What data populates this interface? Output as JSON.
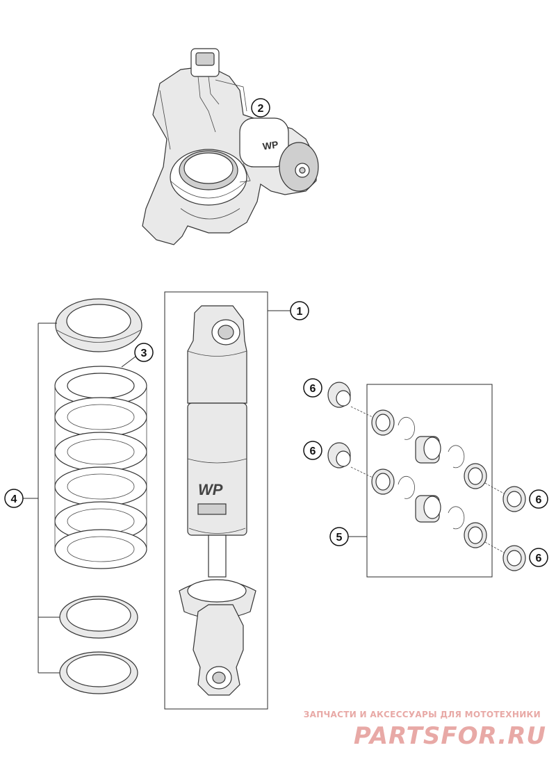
{
  "callouts": {
    "c1": "1",
    "c2": "2",
    "c3": "3",
    "c4": "4",
    "c5": "5",
    "c6a": "6",
    "c6b": "6",
    "c6c": "6",
    "c6d": "6"
  },
  "watermark": {
    "tagline": "ЗАПЧАСТИ И АКСЕССУАРЫ ДЛЯ МОТОТЕХНИКИ",
    "brand": "PARTSFOR.RU"
  },
  "colors": {
    "line": "#2a2a2a",
    "watermark": "#e8a9a6",
    "part_fill": "#e9e9e9"
  }
}
